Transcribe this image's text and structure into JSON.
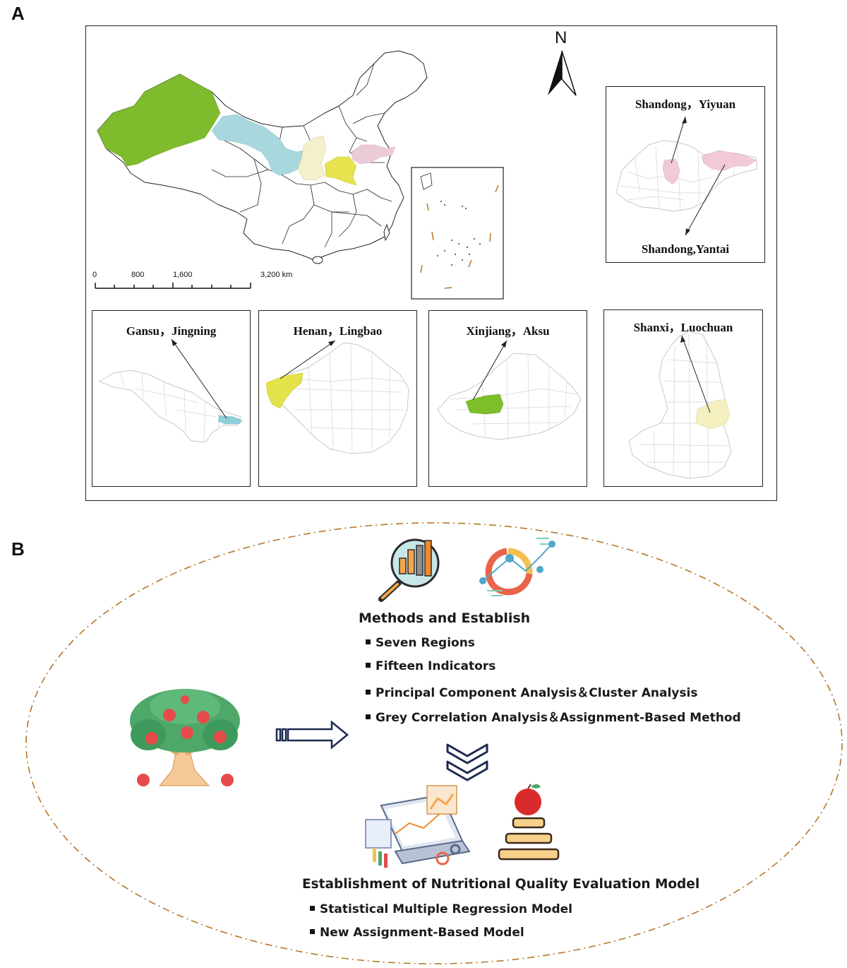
{
  "panel_a": {
    "letter": "A",
    "north_label": "N",
    "scale": {
      "ticks": [
        "0",
        "800",
        "1,600",
        "3,200 km"
      ]
    },
    "insets": [
      {
        "id": "shandong",
        "title_top": "Shandong，Yiyuan",
        "title_bottom": "Shandong,Yantai",
        "highlight_color": "#f2c9d6"
      },
      {
        "id": "gansu",
        "title": "Gansu，Jingning",
        "highlight_color": "#8fd0d8"
      },
      {
        "id": "henan",
        "title": "Henan，Lingbao",
        "highlight_color": "#e4e24a"
      },
      {
        "id": "xinjiang",
        "title": "Xinjiang，Aksu",
        "highlight_color": "#7cbf2a"
      },
      {
        "id": "shanxi",
        "title": "Shanxi，Luochuan",
        "highlight_color": "#f5f0c0"
      }
    ],
    "region_colors": {
      "xinjiang": "#7fbc2d",
      "gansu": "#a9d7de",
      "shaanxi": "#f3f0cc",
      "henan": "#e6e34f",
      "shandong": "#eccbd8"
    }
  },
  "panel_b": {
    "letter": "B",
    "methods_title": "Methods and Establish",
    "methods_items": [
      "Seven Regions",
      "Fifteen Indicators",
      "Principal Component Analysis＆Cluster Analysis",
      "Grey Correlation Analysis＆Assignment-Based Method"
    ],
    "model_title": "Establishment of Nutritional Quality Evaluation Model",
    "model_items": [
      "Statistical Multiple Regression Model",
      "New Assignment-Based Model"
    ],
    "icons": [
      "magnifier-chart-icon",
      "donut-chart-icon",
      "apple-tree-icon",
      "arrow-right-icon",
      "chevron-down-icon",
      "laptop-dashboard-icon",
      "apple-stack-icon"
    ],
    "ellipse_color": "#b5762a"
  }
}
